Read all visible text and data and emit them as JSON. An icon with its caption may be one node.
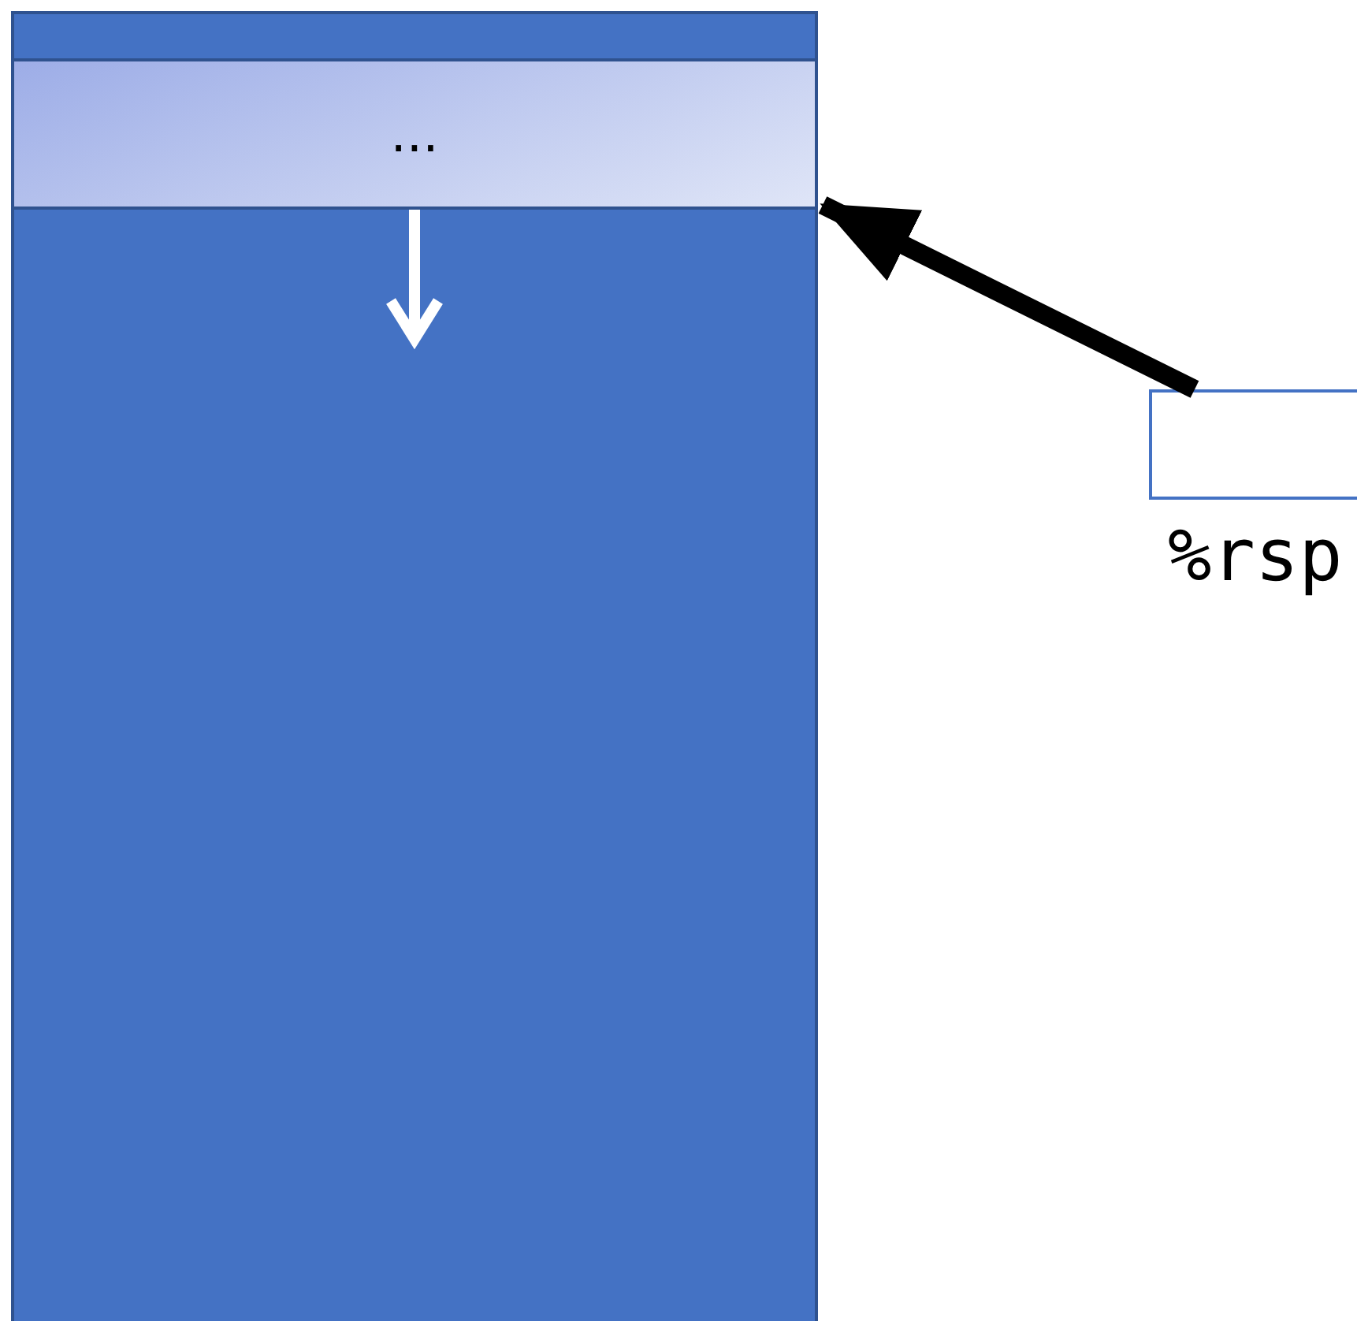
{
  "diagram": {
    "nodes": [
      {
        "text": [],
        "shape": "box"
      },
      {
        "text": [
          "..."
        ],
        "in": 0
      },
      {
        "text": [],
        "shape": "box",
        "beside": [
          "%rsp"
        ]
      }
    ],
    "edges": [
      {
        "from": 2,
        "to": 1,
        "arrow": "to"
      }
    ]
  }
}
